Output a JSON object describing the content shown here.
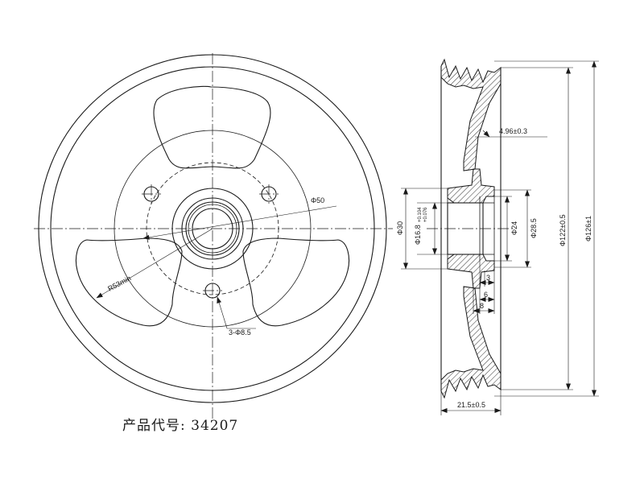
{
  "product": {
    "label": "产品代号:",
    "code": "34207"
  },
  "front_view": {
    "dims": {
      "d50": "Φ50",
      "r53": "R53min",
      "holes": "3-Φ8.5"
    }
  },
  "side_view": {
    "dims": {
      "wall": "4.96±0.3",
      "d30": "Φ30",
      "bore": "Φ16.8",
      "bore_tol_up": "+0.104",
      "bore_tol_low": "+0.076",
      "d24": "Φ24",
      "d285": "Φ28.5",
      "d122": "Φ122±0.5",
      "d126": "Φ126±1",
      "w3": "3",
      "w6": "6",
      "w8": "8",
      "w215": "21.5±0.5"
    }
  },
  "colors": {
    "line": "#1a1a1a",
    "background": "#ffffff"
  }
}
